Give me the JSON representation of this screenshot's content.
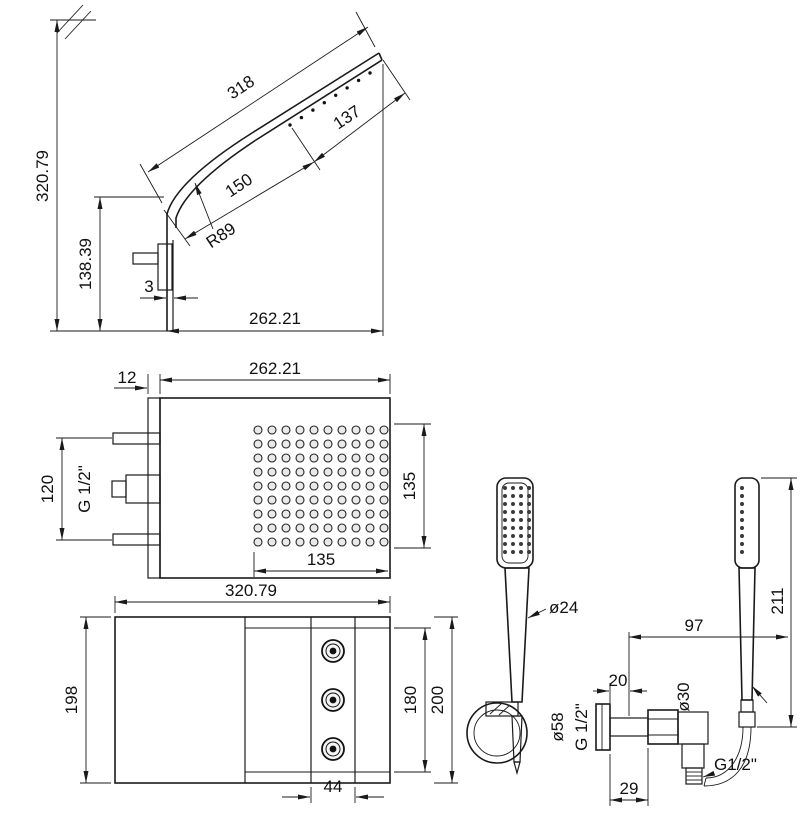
{
  "drawing": {
    "kind": "technical-dimension-drawing",
    "subject": "waterfall shower head with hand shower set",
    "ink_color": "#1a1a1a",
    "paper_color": "#ffffff"
  },
  "side_view": {
    "len_total": "318",
    "len_spray": "137",
    "len_inner": "150",
    "radius": "R89",
    "height_total": "320.79",
    "height_lower": "138.39",
    "plate_thickness": "3",
    "depth": "262.21"
  },
  "front_view": {
    "width": "262.21",
    "plate_offset": "12",
    "inlet_span": "120",
    "inlet_thread": "G 1/2\"",
    "spray_height": "135",
    "spray_width": "135"
  },
  "bottom_view": {
    "width": "320.79",
    "depth_left": "198",
    "panel_depth": "180",
    "depth_right": "200",
    "button_strip": "44"
  },
  "hand_shower": {
    "handle_dia": "ø24",
    "length": "211",
    "reach": "97",
    "nut_offset": "20",
    "pipe_dia": "ø30",
    "flange_dia": "ø58",
    "wall_thread": "G 1/2\"",
    "outlet_thread": "G1/2\"",
    "outlet_offset": "29"
  }
}
